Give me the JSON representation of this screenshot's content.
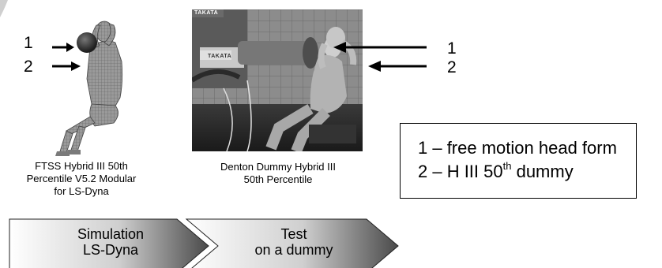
{
  "figure": {
    "left_model": {
      "arrow_labels": [
        "1",
        "2"
      ],
      "caption_lines": [
        "FTSS Hybrid III 50th",
        "Percentile V5.2 Modular",
        "for LS-Dyna"
      ]
    },
    "right_photo": {
      "arrow_labels": [
        "1",
        "2"
      ],
      "brand_text": "TAKATA",
      "caption_lines": [
        "Denton Dummy Hybrid III",
        "50th Percentile"
      ]
    },
    "legend": {
      "item1": "1 – free motion head form",
      "item2_prefix": "2 – H III 50",
      "item2_sup": "th",
      "item2_suffix": " dummy"
    },
    "process": {
      "step1_lines": [
        "Simulation",
        "LS-Dyna"
      ],
      "step2_lines": [
        "Test",
        "on a dummy"
      ]
    }
  }
}
